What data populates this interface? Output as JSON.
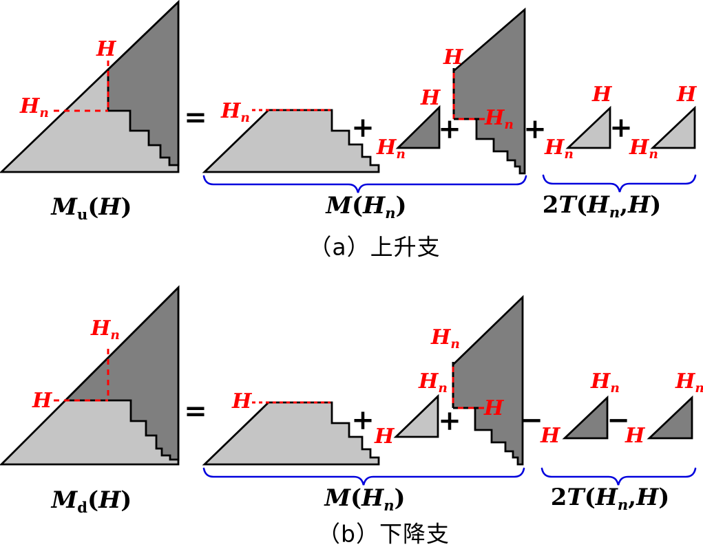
{
  "symbols": {
    "H": "H",
    "n_sub": "n",
    "u_sub": "u",
    "d_sub": "d"
  },
  "operators": {
    "equals": "=",
    "plus": "+",
    "minus": "−"
  },
  "equations": {
    "M": "M",
    "T": "T",
    "coeff_2": "2",
    "lparen": "(",
    "rparen": ")",
    "comma": ","
  },
  "captions": {
    "panel_a": "（a）上升支",
    "panel_b": "（b）下降支"
  },
  "colors": {
    "light_gray": "#c5c5c5",
    "dark_gray": "#7f7f7f",
    "red": "#ff0000",
    "blue": "#0000dd",
    "black": "#000000"
  }
}
